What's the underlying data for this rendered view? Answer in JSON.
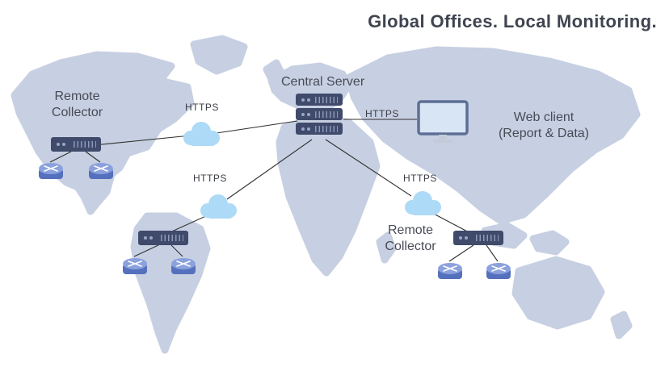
{
  "title": "Global Offices. Local Monitoring.",
  "https_label": "HTTPS",
  "nodes": {
    "central_server": {
      "label": "Central Server"
    },
    "collector_left": {
      "line1": "Remote",
      "line2": "Collector"
    },
    "collector_right": {
      "line1": "Remote",
      "line2": "Collector"
    },
    "web_client": {
      "line1": "Web client",
      "line2": "(Report & Data)"
    }
  },
  "colors": {
    "map": "#c7d0e2",
    "cloud": "#addaf6",
    "server": "#404a6b",
    "server_dot": "#9aa6c9",
    "router_body": "#5570bd",
    "router_top": "#8ba1dd",
    "monitor_frame": "#5d6f95",
    "monitor_screen": "#d8e5f5",
    "stand": "#c3cbdb",
    "line": "#303030",
    "text": "#474b55"
  }
}
